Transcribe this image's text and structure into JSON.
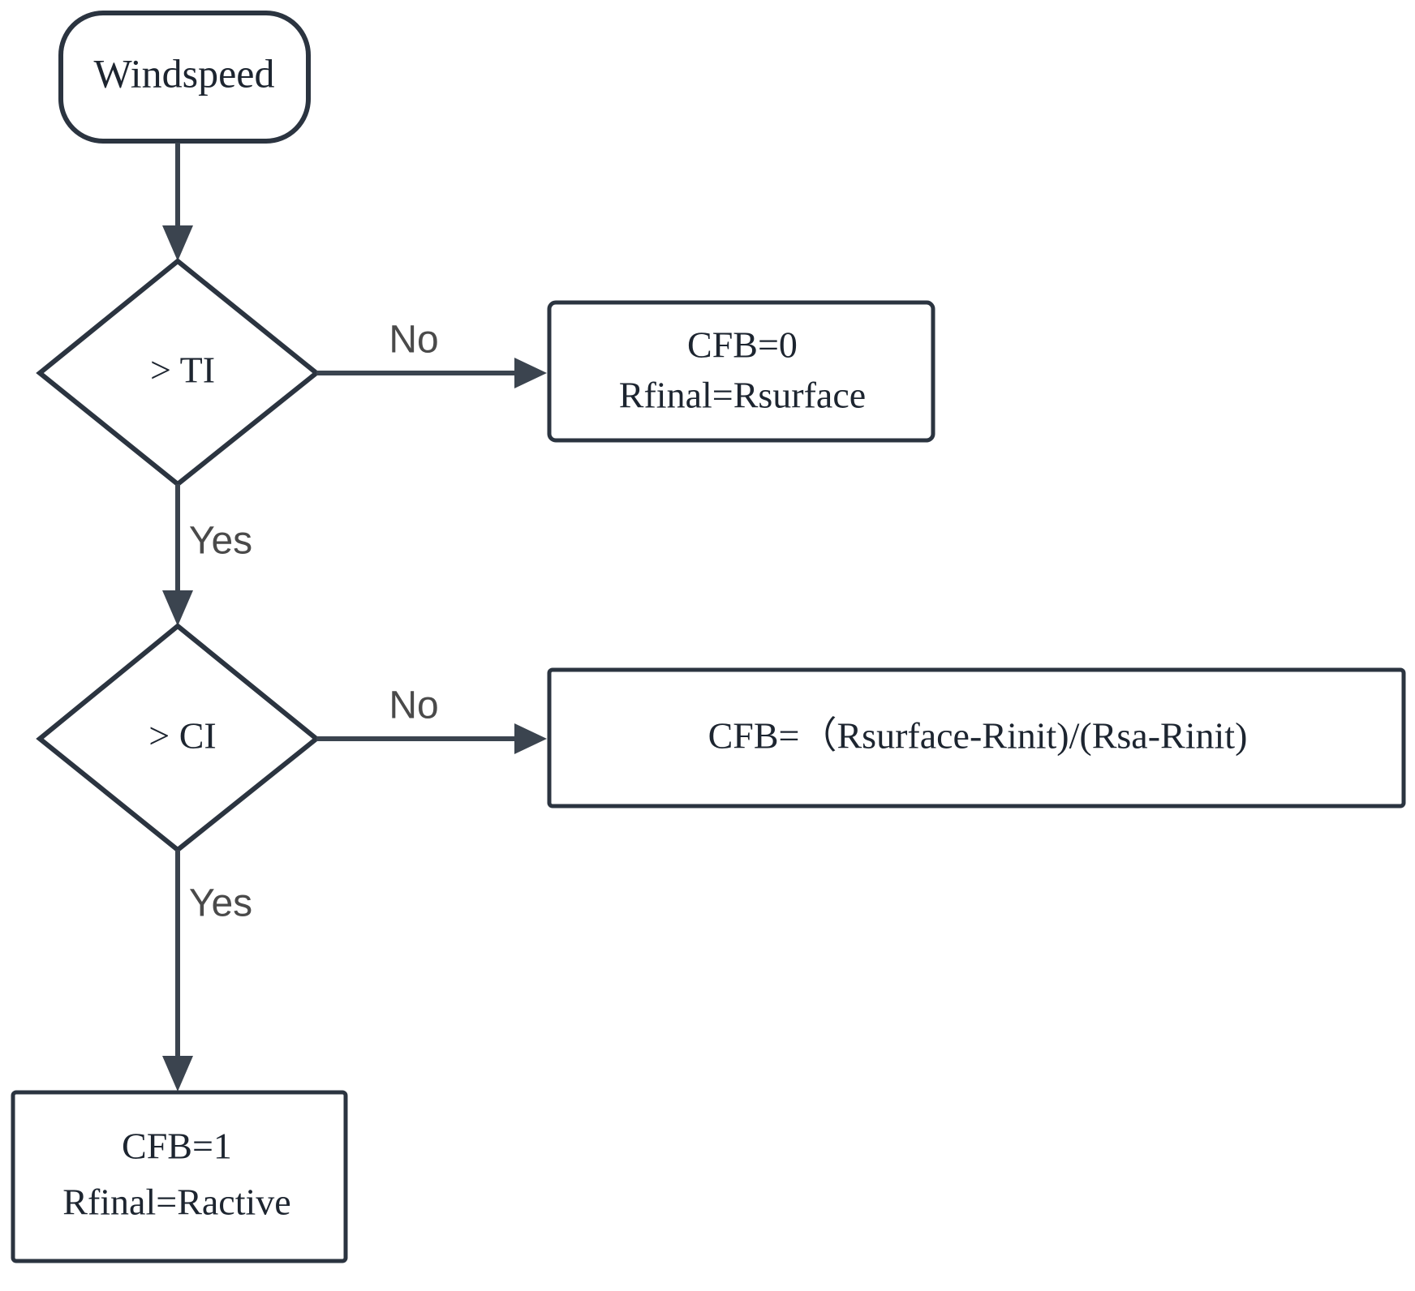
{
  "diagram": {
    "type": "flowchart",
    "background_color": "#ffffff",
    "stroke_color": "#2b3440",
    "connector_color": "#3b444f",
    "text_color": "#1d2530",
    "edge_label_color": "#4a4a4a",
    "nodes": [
      {
        "id": "start",
        "shape": "rounded-terminator",
        "label": "Windspeed",
        "lines": [
          "Windspeed"
        ]
      },
      {
        "id": "decision-ti",
        "shape": "diamond",
        "label": "> TI",
        "lines": [
          "> TI"
        ]
      },
      {
        "id": "process-cfb0",
        "shape": "rectangle",
        "label": "CFB=0 Rfinal=Rsurface",
        "lines": [
          "CFB=0",
          "Rfinal=Rsurface"
        ]
      },
      {
        "id": "decision-ci",
        "shape": "diamond",
        "label": "> CI",
        "lines": [
          "> CI"
        ]
      },
      {
        "id": "process-cfb-formula",
        "shape": "rectangle",
        "label": "CFB= (Rsurface-Rinit)/(Rsa-Rinit)",
        "lines": [
          "CFB=（Rsurface-Rinit)/(Rsa-Rinit)"
        ]
      },
      {
        "id": "process-cfb1",
        "shape": "rectangle",
        "label": "CFB=1 Rfinal=Ractive",
        "lines": [
          "CFB=1",
          "Rfinal=Ractive"
        ]
      }
    ],
    "edges": [
      {
        "id": "edge-start-to-ti",
        "from": "start",
        "to": "decision-ti",
        "label": ""
      },
      {
        "id": "edge-ti-no",
        "from": "decision-ti",
        "to": "process-cfb0",
        "label": "No"
      },
      {
        "id": "edge-ti-yes",
        "from": "decision-ti",
        "to": "decision-ci",
        "label": "Yes"
      },
      {
        "id": "edge-ci-no",
        "from": "decision-ci",
        "to": "process-cfb-formula",
        "label": "No"
      },
      {
        "id": "edge-ci-yes",
        "from": "decision-ci",
        "to": "process-cfb1",
        "label": "Yes"
      }
    ]
  },
  "labels": {
    "start_text": "Windspeed",
    "decision_ti_text": "> TI",
    "decision_ci_text": "> CI",
    "cfb0_line1": "CFB=0",
    "cfb0_line2": "Rfinal=Rsurface",
    "formula_text": "CFB=（Rsurface-Rinit)/(Rsa-Rinit)",
    "cfb1_line1": "CFB=1",
    "cfb1_line2": "Rfinal=Ractive",
    "edge_ti_no": "No",
    "edge_ti_yes": "Yes",
    "edge_ci_no": "No",
    "edge_ci_yes": "Yes"
  }
}
